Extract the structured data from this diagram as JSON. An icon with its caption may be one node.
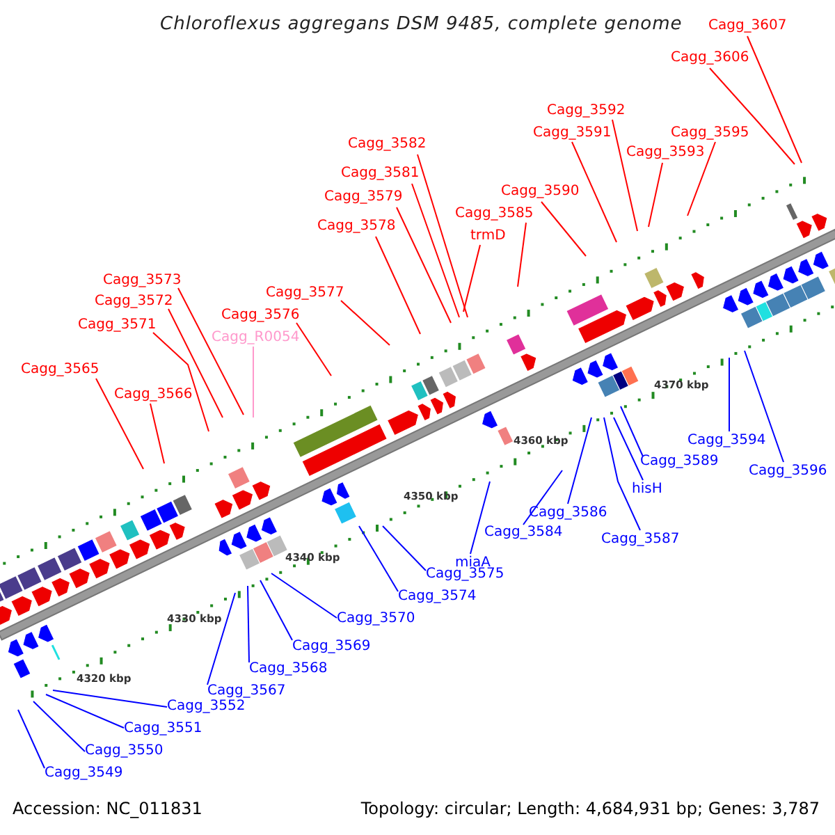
{
  "diagram": {
    "title": "Chloroflexus aggregans DSM 9485, complete genome",
    "nodes": [
      {
        "text": [
          "Cagg_3607"
        ]
      },
      {
        "text": [
          "Cagg_3606"
        ]
      },
      {
        "text": [
          "Cagg_3592"
        ]
      },
      {
        "text": [
          "Cagg_3591"
        ]
      },
      {
        "text": [
          "Cagg_3593"
        ]
      },
      {
        "text": [
          "Cagg_3595"
        ]
      },
      {
        "text": [
          "Cagg_3590"
        ]
      },
      {
        "text": [
          "Cagg_3585"
        ]
      },
      {
        "text": [
          "trmD"
        ]
      },
      {
        "text": [
          "Cagg_3582"
        ]
      },
      {
        "text": [
          "Cagg_3581"
        ]
      },
      {
        "text": [
          "Cagg_3579"
        ]
      },
      {
        "text": [
          "Cagg_3578"
        ]
      },
      {
        "text": [
          "Cagg_3577"
        ]
      },
      {
        "text": [
          "Cagg_3576"
        ]
      },
      {
        "text": [
          "Cagg_R0054"
        ]
      },
      {
        "text": [
          "Cagg_3573"
        ]
      },
      {
        "text": [
          "Cagg_3572"
        ]
      },
      {
        "text": [
          "Cagg_3571"
        ]
      },
      {
        "text": [
          "Cagg_3565"
        ]
      },
      {
        "text": [
          "Cagg_3566"
        ]
      },
      {
        "text": [
          "Cagg_3594"
        ]
      },
      {
        "text": [
          "Cagg_3596"
        ]
      },
      {
        "text": [
          "Cagg_3589"
        ]
      },
      {
        "text": [
          "hisH"
        ]
      },
      {
        "text": [
          "Cagg_3586"
        ]
      },
      {
        "text": [
          "Cagg_3587"
        ]
      },
      {
        "text": [
          "Cagg_3584"
        ]
      },
      {
        "text": [
          "miaA"
        ]
      },
      {
        "text": [
          "Cagg_3575"
        ]
      },
      {
        "text": [
          "Cagg_3574"
        ]
      },
      {
        "text": [
          "Cagg_3570"
        ]
      },
      {
        "text": [
          "Cagg_3569"
        ]
      },
      {
        "text": [
          "Cagg_3568"
        ]
      },
      {
        "text": [
          "Cagg_3567"
        ]
      },
      {
        "text": [
          "Cagg_3552"
        ]
      },
      {
        "text": [
          "Cagg_3551"
        ]
      },
      {
        "text": [
          "Cagg_3550"
        ]
      },
      {
        "text": [
          "Cagg_3549"
        ]
      }
    ],
    "edges": [
      {
        "from": 0,
        "to": null,
        "arrow": "none"
      },
      {
        "from": 1,
        "to": null,
        "arrow": "none"
      },
      {
        "from": 2,
        "to": null,
        "arrow": "none"
      },
      {
        "from": 3,
        "to": null,
        "arrow": "none"
      },
      {
        "from": 4,
        "to": null,
        "arrow": "none"
      },
      {
        "from": 5,
        "to": null,
        "arrow": "none"
      },
      {
        "from": 6,
        "to": null,
        "arrow": "none"
      },
      {
        "from": 7,
        "to": null,
        "arrow": "none"
      },
      {
        "from": 8,
        "to": null,
        "arrow": "none"
      },
      {
        "from": 9,
        "to": null,
        "arrow": "none"
      },
      {
        "from": 10,
        "to": null,
        "arrow": "none"
      },
      {
        "from": 11,
        "to": null,
        "arrow": "none"
      },
      {
        "from": 12,
        "to": null,
        "arrow": "none"
      },
      {
        "from": 13,
        "to": null,
        "arrow": "none"
      },
      {
        "from": 14,
        "to": null,
        "arrow": "none"
      },
      {
        "from": 15,
        "to": null,
        "arrow": "none",
        "color": "#ff99cc"
      },
      {
        "from": 16,
        "to": null,
        "arrow": "none"
      },
      {
        "from": 17,
        "to": null,
        "arrow": "none"
      },
      {
        "from": 18,
        "to": null,
        "arrow": "none"
      },
      {
        "from": 19,
        "to": null,
        "arrow": "none"
      },
      {
        "from": 20,
        "to": null,
        "arrow": "none"
      },
      {
        "from": 21,
        "to": null,
        "arrow": "none",
        "color": "#0000ff"
      },
      {
        "from": 22,
        "to": null,
        "arrow": "none",
        "color": "#0000ff"
      },
      {
        "from": 23,
        "to": null,
        "arrow": "none",
        "color": "#0000ff"
      },
      {
        "from": 24,
        "to": null,
        "arrow": "none",
        "color": "#0000ff"
      },
      {
        "from": 25,
        "to": null,
        "arrow": "none",
        "color": "#0000ff"
      },
      {
        "from": 26,
        "to": null,
        "arrow": "none",
        "color": "#0000ff"
      },
      {
        "from": 27,
        "to": null,
        "arrow": "none",
        "color": "#0000ff"
      },
      {
        "from": 28,
        "to": null,
        "arrow": "none",
        "color": "#0000ff"
      },
      {
        "from": 29,
        "to": null,
        "arrow": "none",
        "color": "#0000ff"
      },
      {
        "from": 30,
        "to": null,
        "arrow": "none",
        "color": "#0000ff"
      },
      {
        "from": 31,
        "to": null,
        "arrow": "none",
        "color": "#0000ff"
      },
      {
        "from": 32,
        "to": null,
        "arrow": "none",
        "color": "#0000ff"
      },
      {
        "from": 33,
        "to": null,
        "arrow": "none",
        "color": "#0000ff"
      },
      {
        "from": 34,
        "to": null,
        "arrow": "none",
        "color": "#0000ff"
      },
      {
        "from": 35,
        "to": null,
        "arrow": "none",
        "color": "#0000ff"
      },
      {
        "from": 36,
        "to": null,
        "arrow": "none",
        "color": "#0000ff"
      },
      {
        "from": 37,
        "to": null,
        "arrow": "none",
        "color": "#0000ff"
      },
      {
        "from": 38,
        "to": null,
        "arrow": "none",
        "color": "#0000ff"
      }
    ],
    "labels": [
      "4320 kbp",
      "4330 kbp",
      "4340 kbp",
      "4350 kbp",
      "4360 kbp",
      "4370 kbp",
      "Accession: NC_011831",
      "Topology: circular; Length: 4,684,931 bp; Genes: 3,787"
    ]
  }
}
